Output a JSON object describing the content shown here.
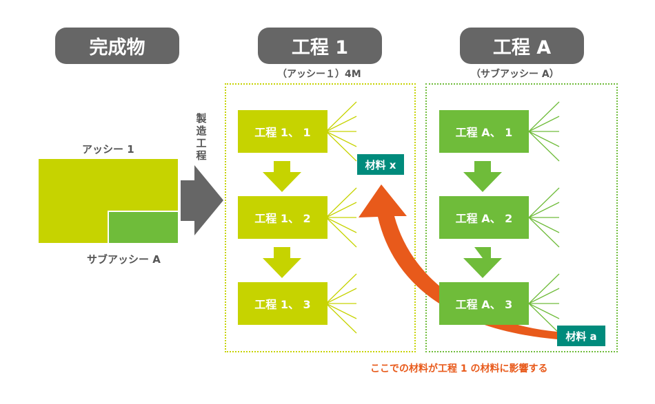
{
  "headers": {
    "product": "完成物",
    "process1": "工程 1",
    "processA": "工程 A"
  },
  "subheaders": {
    "process1": "（アッシー１）4M",
    "processA": "（サブアッシー A）"
  },
  "product": {
    "assy_label": "アッシー 1",
    "subassy_label": "サブアッシー A"
  },
  "manufacturing_label": "製造工程",
  "process1_steps": [
    "工程 1、 1",
    "工程 1、 2",
    "工程 1、 3"
  ],
  "processA_steps": [
    "工程 A、 1",
    "工程 A、 2",
    "工程 A、 3"
  ],
  "materials": {
    "x": "材料 x",
    "a": "材料 a"
  },
  "note": "ここでの材料が工程 1 の材料に影響する",
  "colors": {
    "header_bg": "#666666",
    "lime": "#c6d300",
    "green": "#6fbc3a",
    "teal": "#008b7c",
    "orange": "#e85a1b",
    "arrow_gray": "#666666"
  }
}
